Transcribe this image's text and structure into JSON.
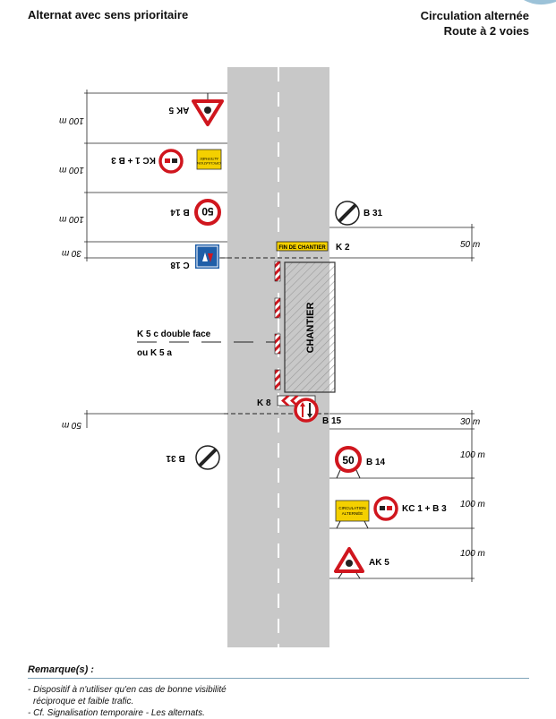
{
  "header": {
    "title_left": "Alternat avec sens prioritaire",
    "title_right_line1": "Circulation alternée",
    "title_right_line2": "Route à 2 voies"
  },
  "left_side": {
    "sign_ak5": "AK 5",
    "sign_kc1_b3": "KC 1 + B 3",
    "sign_b14": "B 14",
    "sign_c18": "C 18",
    "sign_b31": "B 31",
    "dist_1": "100 m",
    "dist_2": "100 m",
    "dist_3": "100 m",
    "dist_4": "30 m",
    "dist_5": "50 m",
    "speed_value": "50",
    "panel_text_line1": "CIRCULATION",
    "panel_text_line2": "ALTERNÉE"
  },
  "right_side": {
    "sign_b31": "B 31",
    "sign_k2": "K 2",
    "k2_panel_text": "FIN DE CHANTIER",
    "sign_k8": "K 8",
    "sign_b15": "B 15",
    "sign_b14": "B 14",
    "sign_kc1_b3": "KC 1 + B 3",
    "sign_ak5": "AK 5",
    "dist_1": "50 m",
    "dist_2": "30 m",
    "dist_3": "100 m",
    "dist_4": "100 m",
    "dist_5": "100 m",
    "speed_value": "50",
    "panel_text_line1": "CIRCULATION",
    "panel_text_line2": "ALTERNÉE"
  },
  "worksite": {
    "label": "CHANTIER",
    "k5_label": "K 5 c double face",
    "k5_alt": "ou K 5 a"
  },
  "remarks": {
    "title": "Remarque(s) :",
    "line1": "- Dispositif à n'utiliser qu'en cas de bonne visibilité",
    "line2": "réciproque et faible trafic.",
    "line3": "- Cf. Signalisation temporaire - Les alternats."
  },
  "colors": {
    "road": "#c8c8c8",
    "sign_red": "#d0161e",
    "sign_blue": "#1f5ea8",
    "panel_yellow": "#f4d000",
    "rule_blue": "#7fa3b8"
  }
}
